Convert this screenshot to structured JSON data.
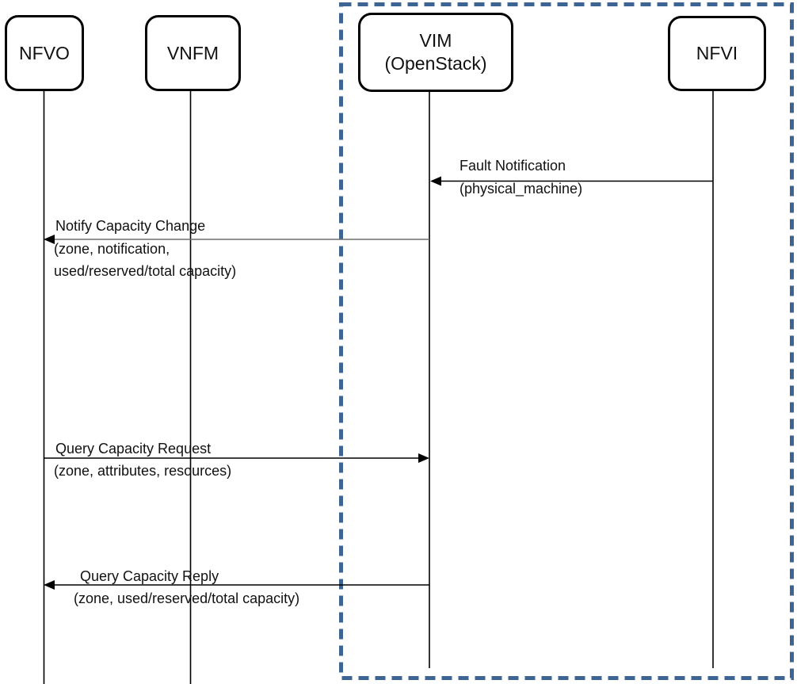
{
  "actors": [
    {
      "label": "NFVO"
    },
    {
      "label": "VNFM"
    },
    {
      "label": "VIM",
      "sublabel": "(OpenStack)"
    },
    {
      "label": "NFVI"
    }
  ],
  "messages": [
    {
      "id": "fault-notification",
      "from": "NFVI",
      "to": "VIM",
      "lines": [
        "Fault Notification",
        "(physical_machine)"
      ]
    },
    {
      "id": "notify-capacity-change",
      "from": "VIM",
      "to": "NFVO",
      "lines": [
        "Notify Capacity Change",
        "(zone, notification,",
        "used/reserved/total capacity)"
      ]
    },
    {
      "id": "query-capacity-request",
      "from": "NFVO",
      "to": "VIM",
      "lines": [
        "Query Capacity Request",
        "(zone, attributes, resources)"
      ]
    },
    {
      "id": "query-capacity-reply",
      "from": "VIM",
      "to": "NFVO",
      "lines": [
        "Query Capacity Reply",
        "(zone, used/reserved/total capacity)"
      ]
    }
  ],
  "colors": {
    "background": "#ffffff",
    "actor_border": "#000000",
    "lifeline": "#000000",
    "arrow": "#000000",
    "notify_arrow_line": "#6e6e6e",
    "boundary_dash": "#3d6493",
    "text": "#111111"
  }
}
